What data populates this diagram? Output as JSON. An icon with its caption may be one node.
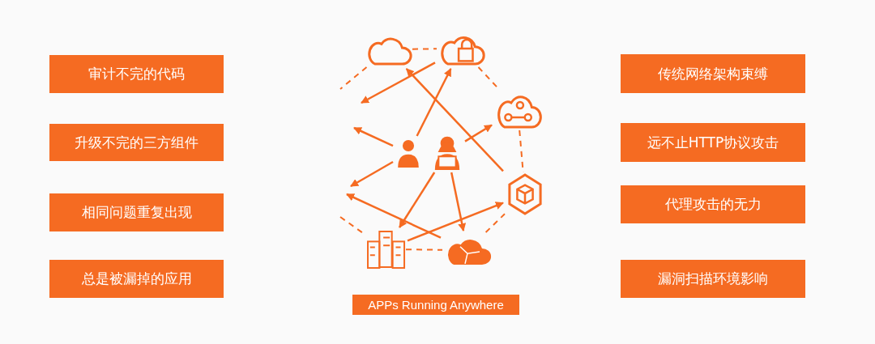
{
  "diagram": {
    "nodes": [
      {
        "text": [
          "审计不完的代码"
        ]
      },
      {
        "text": [
          "升级不完的三方组件"
        ]
      },
      {
        "text": [
          "相同问题重复出现"
        ]
      },
      {
        "text": [
          "总是被漏掉的应用"
        ]
      },
      {
        "text": [],
        "shape": "cloud"
      },
      {
        "text": [],
        "shape": "cloud"
      },
      {
        "text": [],
        "shape": "cloud"
      },
      {
        "text": [],
        "shape": "person"
      },
      {
        "text": [],
        "shape": "person"
      },
      {
        "text": [],
        "shape": "cube"
      },
      {
        "text": [],
        "shape": "building"
      },
      {
        "text": [],
        "shape": "cloud"
      },
      {
        "text": [
          "传统网络架构束缚"
        ]
      },
      {
        "text": [
          "远不止HTTP协议攻击"
        ]
      },
      {
        "text": [
          "代理攻击的无力"
        ]
      },
      {
        "text": [
          "漏洞扫描环境影响"
        ]
      },
      {
        "text": [
          "APPs Running Anywhere"
        ]
      }
    ],
    "edges": [
      {
        "from": 4,
        "to": 5,
        "arrow": "none",
        "style": "dashed"
      },
      {
        "from": 4,
        "to": null,
        "arrow": "none",
        "style": "dashed"
      },
      {
        "from": 5,
        "to": 6,
        "arrow": "none",
        "style": "dashed"
      },
      {
        "from": 6,
        "to": 9,
        "arrow": "none",
        "style": "dashed"
      },
      {
        "from": null,
        "to": 10,
        "arrow": "none",
        "style": "dashed"
      },
      {
        "from": 10,
        "to": 11,
        "arrow": "none",
        "style": "dashed"
      },
      {
        "from": 11,
        "to": 9,
        "arrow": "none",
        "style": "dashed"
      },
      {
        "from": 5,
        "to": null,
        "arrow": "to"
      },
      {
        "from": 9,
        "to": 4,
        "arrow": "to"
      },
      {
        "from": 7,
        "to": null,
        "arrow": "to"
      },
      {
        "from": 7,
        "to": 5,
        "arrow": "to"
      },
      {
        "from": 8,
        "to": 6,
        "arrow": "to"
      },
      {
        "from": 7,
        "to": null,
        "arrow": "to"
      },
      {
        "from": 8,
        "to": 10,
        "arrow": "to"
      },
      {
        "from": 8,
        "to": 11,
        "arrow": "to"
      },
      {
        "from": 11,
        "to": null,
        "arrow": "to"
      },
      {
        "from": 10,
        "to": 9,
        "arrow": "to"
      }
    ]
  }
}
